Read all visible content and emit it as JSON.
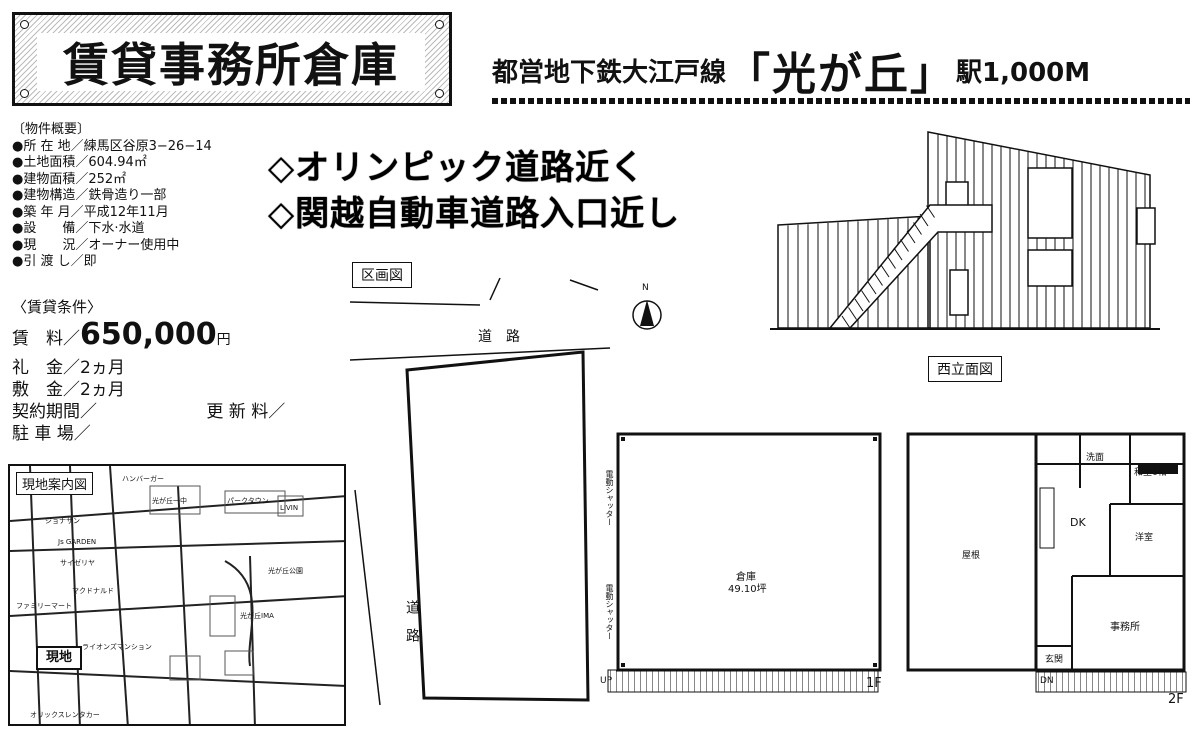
{
  "title": "賃貸事務所倉庫",
  "station": {
    "line": "都営地下鉄大江戸線",
    "name": "「光が丘」",
    "distance": "駅1,000M"
  },
  "outline": {
    "heading": "〔物件概要〕",
    "rows": [
      "●所 在 地／練馬区谷原3−26−14",
      "●土地面積／604.94㎡",
      "●建物面積／252㎡",
      "●建物構造／鉄骨造り一部",
      "●築 年 月／平成12年11月",
      "●設　　備／下水·水道",
      "●現　　況／オーナー使用中",
      "●引 渡 し／即"
    ]
  },
  "conditions": {
    "heading": "〈賃貸条件〉",
    "rent_label": "賃　料／",
    "rent_value": "650,000",
    "rent_unit": "円",
    "key_money": "礼　金／2ヵ月",
    "deposit": "敷　金／2ヵ月",
    "contract": "契約期間／",
    "renewal": "更 新 料／",
    "parking": "駐 車 場／"
  },
  "features": [
    "◇オリンピック道路近く",
    "◇関越自動車道路入口近し"
  ],
  "labels": {
    "plot": "区画図",
    "road_top": "道　路",
    "road_left": "道路",
    "elevation": "西立面図",
    "north": "N",
    "map_title": "現地案内図",
    "site": "現地",
    "floor1": "1F",
    "floor2": "2F",
    "up": "UP",
    "dn": "DN"
  },
  "floor1": {
    "room": "倉庫",
    "area": "49.10坪",
    "shutter1": "電動シャッター",
    "shutter2": "電動シャッター"
  },
  "floor2": {
    "roof": "屋根",
    "dk": "DK",
    "western": "洋室",
    "japanese": "和室6帖",
    "wash": "洗面",
    "office": "事務所",
    "entrance": "玄関"
  },
  "map_labels": [
    "ハンバーガー",
    "光が丘一中",
    "パークタウン",
    "LIVIN",
    "ジョナサン",
    "Js GARDEN",
    "サイゼリヤ",
    "ファミリーマート",
    "マクドナルド",
    "光が丘公園",
    "ライオンズマンション",
    "オリックスレンタカー",
    "光が丘IMA"
  ]
}
